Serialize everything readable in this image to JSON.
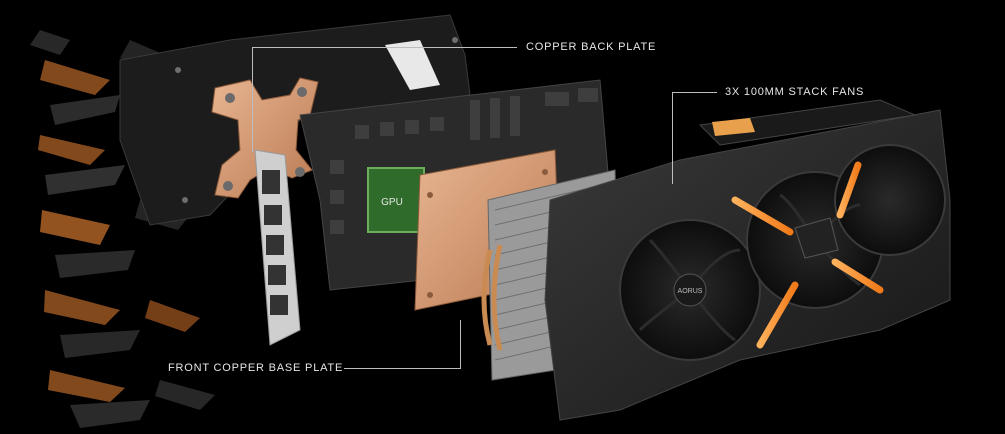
{
  "callouts": {
    "copper_back_plate": "COPPER BACK PLATE",
    "stack_fans": "3X 100MM STACK FANS",
    "front_copper_base_plate": "FRONT COPPER BASE PLATE"
  },
  "chip_label": "GPU",
  "fan_brand": "AORUS",
  "colors": {
    "background": "#000000",
    "accent_orange": "#d9781f",
    "copper": "#d9a07a",
    "pcb": "#2a2a2a",
    "gpu_green": "#2f6b2a",
    "label_text": "#e6e6e6",
    "leader_line": "#bdbdbd"
  }
}
